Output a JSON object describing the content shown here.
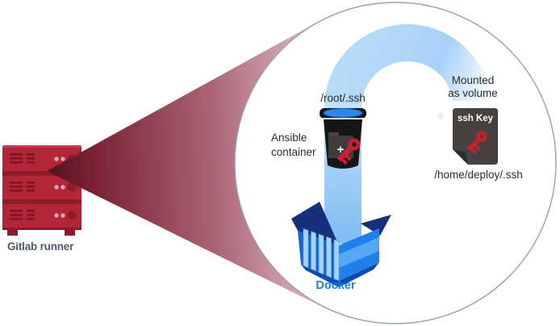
{
  "server": {
    "label": "Gitlab runner"
  },
  "zoom_view": {
    "ansible": {
      "path_label": "/root/.ssh",
      "name_line1": "Ansible",
      "name_line2": "container",
      "folder_plus": "+"
    },
    "volume": {
      "mount_line1": "Mounted",
      "mount_line2": "as volume",
      "file_label": "ssh Key",
      "host_path": "/home/deploy/.ssh"
    },
    "docker": {
      "label": "Docker"
    }
  },
  "colors": {
    "server_red": "#b32638",
    "server_dark_red": "#8e1b2c",
    "server_slat_red": "#7d1426",
    "cone_dark": "#551322",
    "cone_light": "#dcbfc6",
    "circle_border": "#9aa4af",
    "pipe_blue": "#aed6f9",
    "container_black": "#161616",
    "key_red": "#c8202f",
    "file_gray": "#474140",
    "docker_blue": "#1f80ea",
    "docker_navy": "#15317e",
    "docker_label_blue": "#1d7ce0",
    "label_dark": "#2d2d2d",
    "runner_label_slate": "#4d5b6c"
  }
}
